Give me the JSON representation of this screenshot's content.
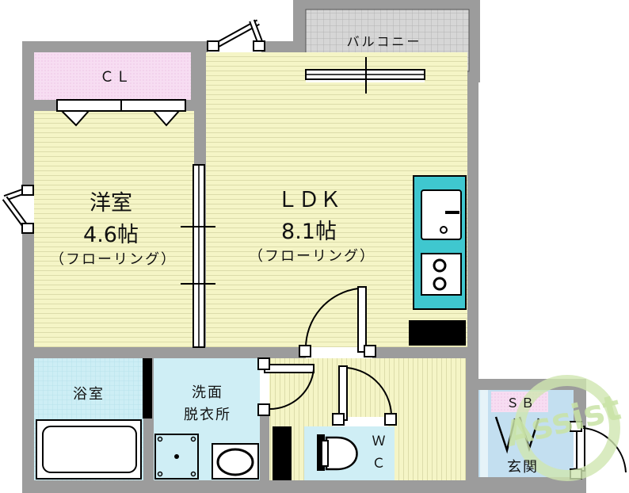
{
  "rooms": {
    "closet": "ＣＬ",
    "balcony": "バルコニー",
    "western_room": "洋室",
    "western_size": "4.6帖",
    "western_floor": "（フローリング）",
    "ldk": "ＬＤＫ",
    "ldk_size": "8.1帖",
    "ldk_floor": "（フローリング）",
    "bath": "浴室",
    "washroom_line1": "洗面",
    "washroom_line2": "脱衣所",
    "wc_line1": "Ｗ",
    "wc_line2": "Ｃ",
    "shoe_box": "ＳＢ",
    "entrance": "玄関"
  },
  "watermark": "Assist",
  "colors": {
    "wall": "#999999",
    "floor": "#f5f5c6",
    "floor_line": "#d8d8a6",
    "bath": "#cceef4",
    "closet": "#fadcf3",
    "balcony": "#d4d4d4",
    "kitchen": "#45c9cf",
    "line": "#000000",
    "logo": "#c9e3a6"
  }
}
